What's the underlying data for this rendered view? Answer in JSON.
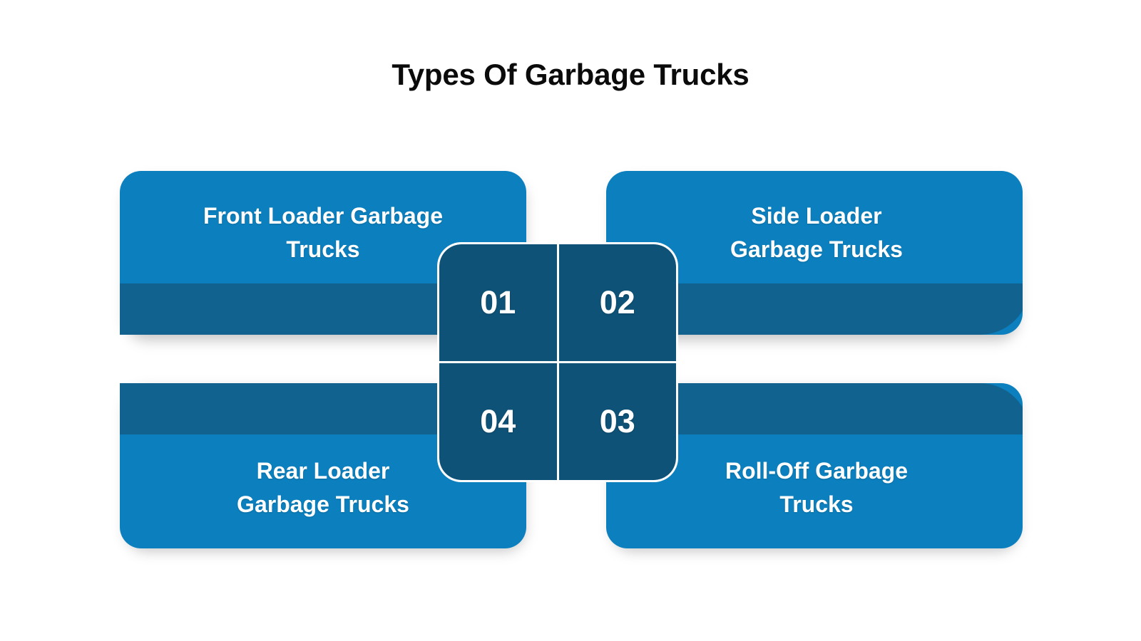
{
  "page": {
    "title": "Types Of Garbage Trucks",
    "background_color": "#ffffff"
  },
  "theme": {
    "card_blue": "#0c80bf",
    "band_blue": "#11628f",
    "quad_navy": "#0e5278",
    "text_white": "#ffffff",
    "title_black": "#0b0b0b"
  },
  "cards": [
    {
      "id": "front-loader",
      "number": "01",
      "label": "Front Loader Garbage\nTrucks",
      "position": "top-left"
    },
    {
      "id": "side-loader",
      "number": "02",
      "label": "Side Loader\nGarbage Trucks",
      "position": "top-right"
    },
    {
      "id": "roll-off",
      "number": "03",
      "label": "Roll-Off Garbage\nTrucks",
      "position": "bottom-right"
    },
    {
      "id": "rear-loader",
      "number": "04",
      "label": "Rear Loader\nGarbage Trucks",
      "position": "bottom-left"
    }
  ],
  "quad": {
    "cells": [
      {
        "number": "01",
        "corner": "top-left"
      },
      {
        "number": "02",
        "corner": "top-right"
      },
      {
        "number": "04",
        "corner": "bottom-left"
      },
      {
        "number": "03",
        "corner": "bottom-right"
      }
    ]
  }
}
